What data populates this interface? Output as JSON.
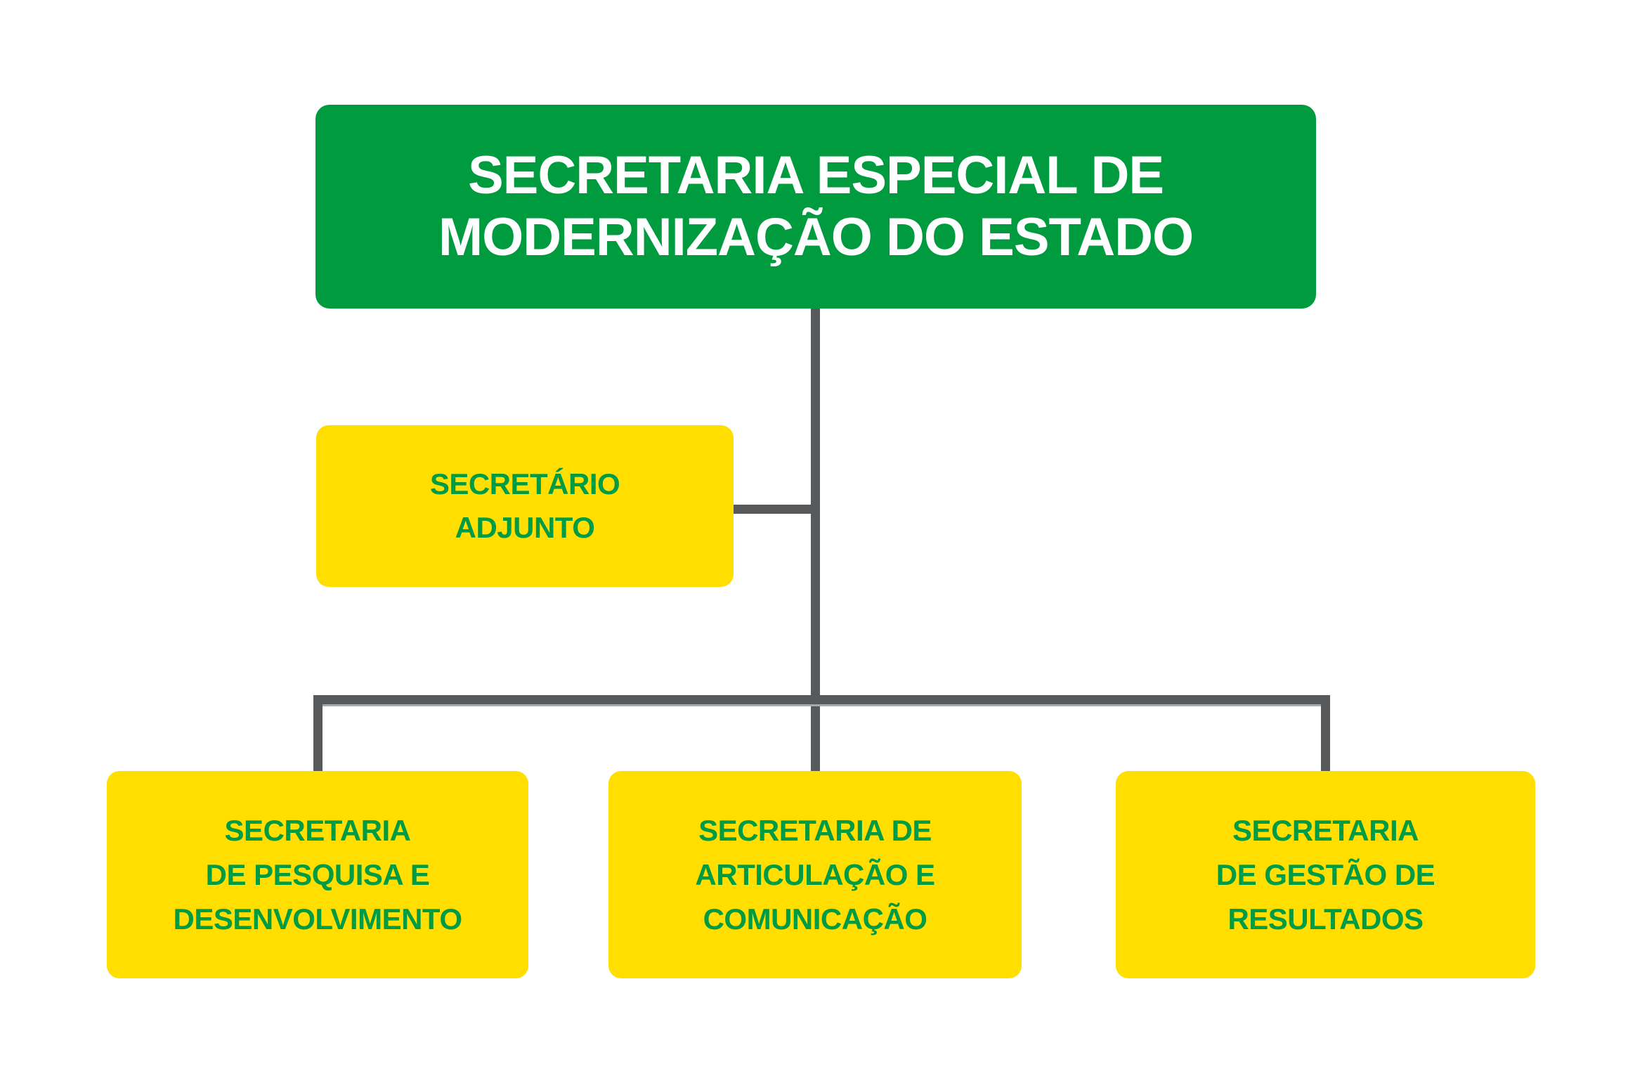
{
  "org_chart": {
    "root": {
      "label_lines": [
        "SECRETARIA ESPECIAL DE",
        "MODERNIZAÇÃO DO ESTADO"
      ]
    },
    "adjunct": {
      "label_lines": [
        "SECRETÁRIO",
        "ADJUNTO"
      ]
    },
    "departments": [
      {
        "label_lines": [
          "SECRETARIA",
          "DE PESQUISA E",
          "DESENVOLVIMENTO"
        ]
      },
      {
        "label_lines": [
          "SECRETARIA DE",
          "ARTICULAÇÃO E",
          "COMUNICAÇÃO"
        ]
      },
      {
        "label_lines": [
          "SECRETARIA",
          "DE GESTÃO DE",
          "RESULTADOS"
        ]
      }
    ]
  },
  "colors": {
    "page_bg": "#FFFFFF",
    "box_green": "#009A3F",
    "box_yellow": "#FFDE00",
    "text_white": "#FFFFFF",
    "text_green": "#009B45",
    "connector_gray": "#58595B",
    "connector_gray_light": "#A7A9AC"
  }
}
